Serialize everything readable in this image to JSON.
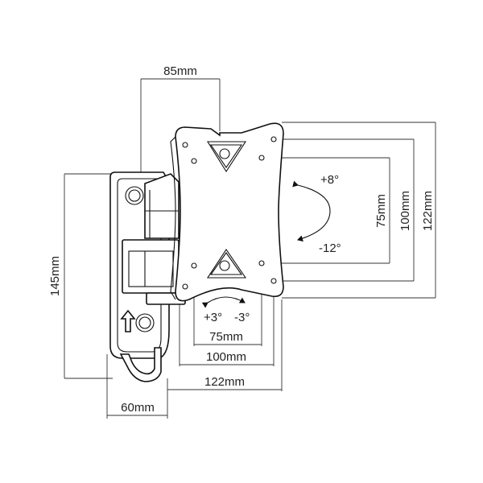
{
  "dimensions": {
    "arm_offset": "85mm",
    "plate_vert_75": "75mm",
    "plate_vert_100": "100mm",
    "plate_vert_122": "122mm",
    "height_145": "145mm",
    "plate_horiz_75": "75mm",
    "plate_horiz_100": "100mm",
    "plate_horiz_122": "122mm",
    "depth_60": "60mm"
  },
  "tilt": {
    "up": "+8°",
    "down": "-12°"
  },
  "swivel": {
    "left": "+3°",
    "right": "-3°"
  },
  "colors": {
    "line": "#111111",
    "dimension": "#333333"
  },
  "icons": {
    "direction": "up-arrow-icon"
  }
}
